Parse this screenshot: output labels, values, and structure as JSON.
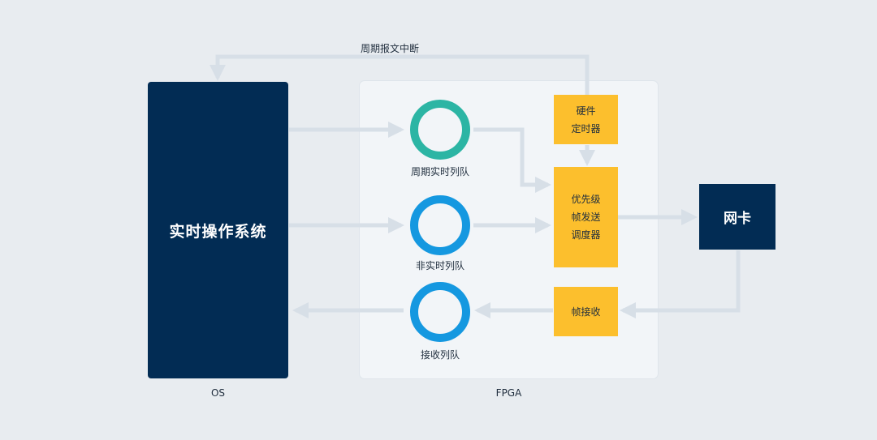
{
  "top_label": "周期报文中断",
  "os": {
    "title": "实时操作系统",
    "caption": "OS"
  },
  "fpga": {
    "caption": "FPGA"
  },
  "queues": {
    "periodic": "周期实时列队",
    "nonrealtime": "非实时列队",
    "receive": "接收列队"
  },
  "timer": {
    "line1": "硬件",
    "line2": "定时器"
  },
  "scheduler": {
    "line1": "优先级",
    "line2": "帧发送",
    "line3": "调度器"
  },
  "frame_receive": "帧接收",
  "nic": "网卡",
  "colors": {
    "navy": "#022c54",
    "teal": "#2cb5a4",
    "blue": "#1598e0",
    "yellow": "#fcbf2d",
    "arrow": "#d7dfe7"
  }
}
